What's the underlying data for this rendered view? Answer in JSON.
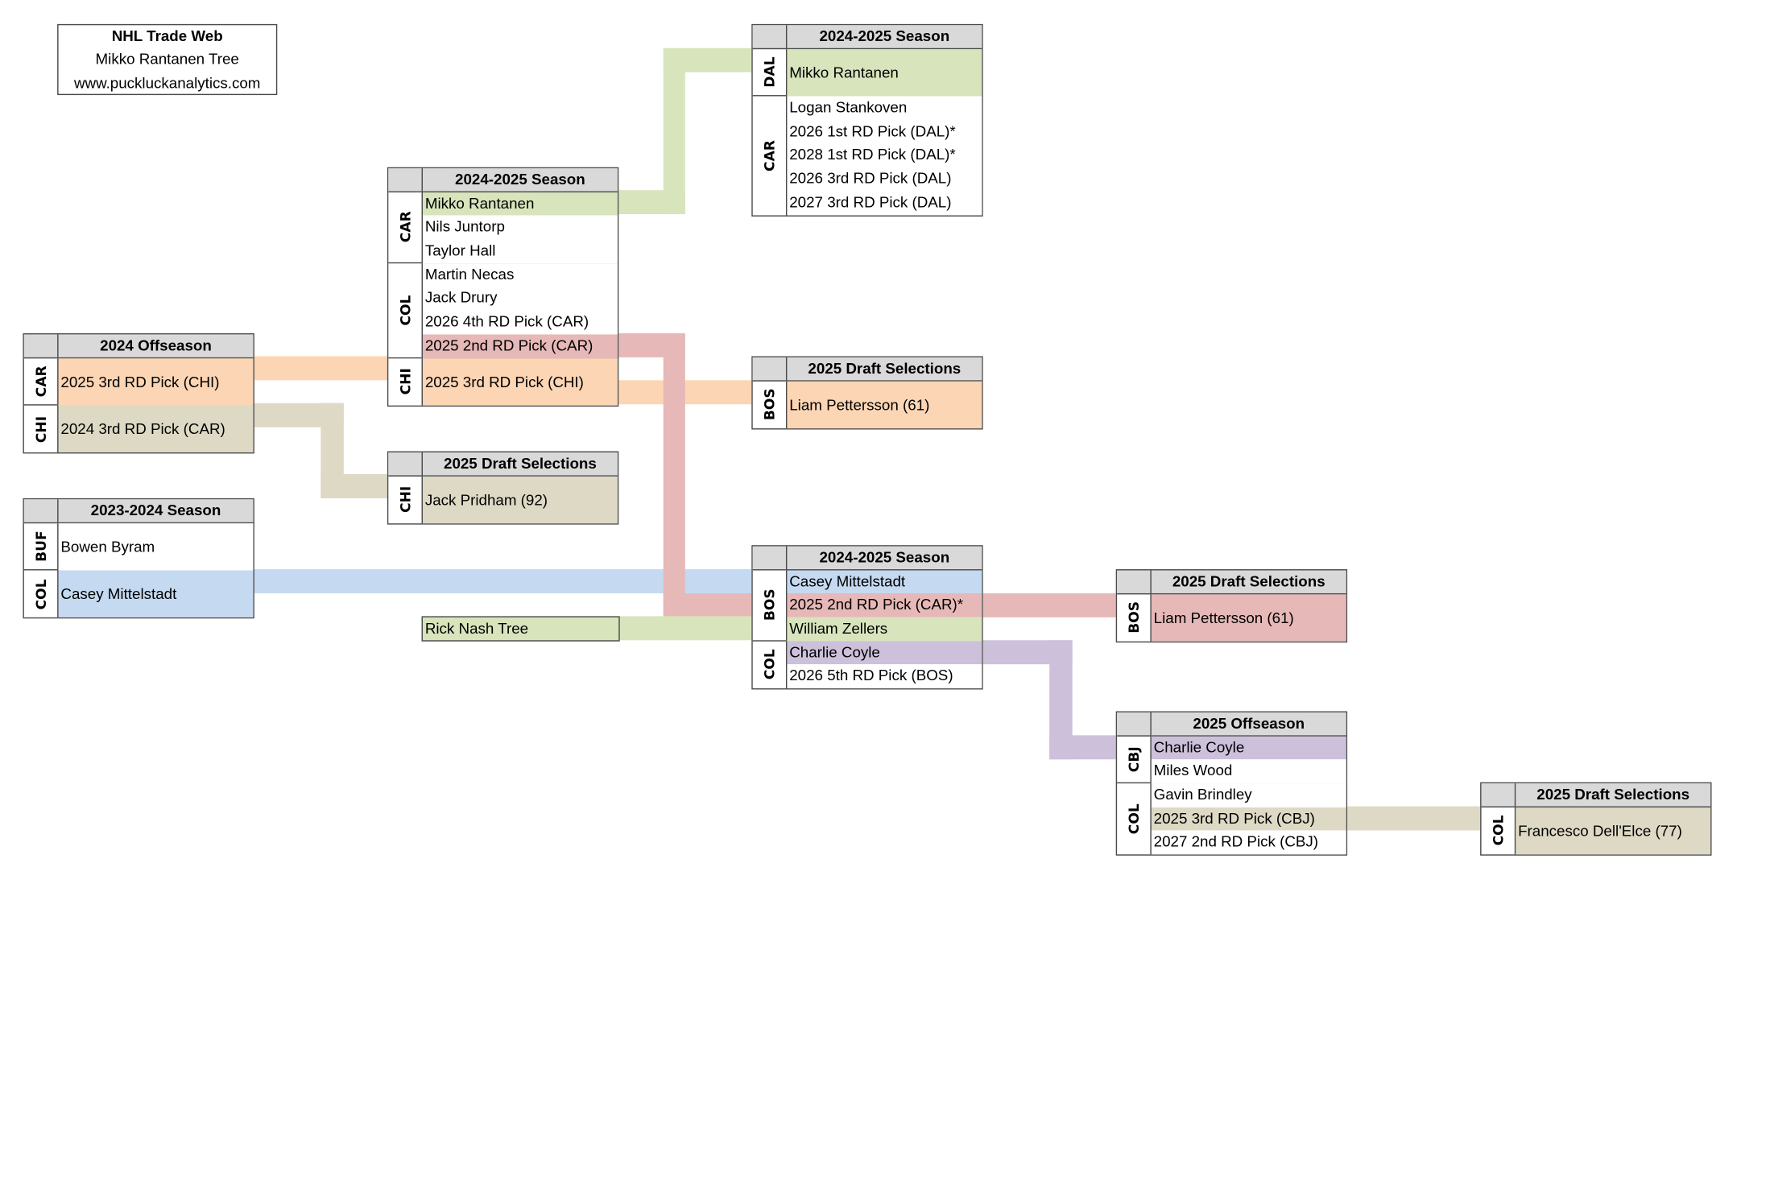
{
  "title_box": {
    "title": "NHL Trade Web",
    "subtitle": "Mikko Rantanen Tree",
    "website": "www.puckluckanalytics.com"
  },
  "colors": {
    "header": "#d9d9d9",
    "green": "#d8e4bc",
    "orange": "#fcd5b4",
    "tan": "#ddd9c4",
    "blue": "#c5d9f1",
    "pink": "#e6b8b7",
    "purple": "#ccc0da",
    "white": "#ffffff"
  },
  "boxes": [
    {
      "id": "offseason-2024",
      "title": "2024 Offseason",
      "groups": [
        {
          "team": "CAR",
          "rows": [
            {
              "text": "2025 3rd RD Pick (CHI)",
              "color": "orange"
            }
          ]
        },
        {
          "team": "CHI",
          "rows": [
            {
              "text": "2024 3rd RD Pick (CAR)",
              "color": "tan"
            }
          ]
        }
      ]
    },
    {
      "id": "season-2023-2024",
      "title": "2023-2024 Season",
      "groups": [
        {
          "team": "BUF",
          "rows": [
            {
              "text": "Bowen Byram",
              "color": "white"
            }
          ]
        },
        {
          "team": "COL",
          "rows": [
            {
              "text": "Casey Mittelstadt",
              "color": "blue"
            }
          ]
        }
      ]
    },
    {
      "id": "season-2024-2025-car-col",
      "title": "2024-2025 Season",
      "groups": [
        {
          "team": "CAR",
          "rows": [
            {
              "text": "Mikko Rantanen",
              "color": "green"
            },
            {
              "text": "Nils Juntorp",
              "color": "white"
            },
            {
              "text": "Taylor Hall",
              "color": "white"
            }
          ]
        },
        {
          "team": "COL",
          "rows": [
            {
              "text": "Martin Necas",
              "color": "white"
            },
            {
              "text": "Jack Drury",
              "color": "white"
            },
            {
              "text": "2026 4th RD Pick (CAR)",
              "color": "white"
            },
            {
              "text": "2025 2nd RD Pick (CAR)",
              "color": "pink"
            }
          ]
        },
        {
          "team": "CHI",
          "rows": [
            {
              "text": "2025 3rd RD Pick (CHI)",
              "color": "orange"
            }
          ]
        }
      ]
    },
    {
      "id": "draft-2025-chi",
      "title": "2025 Draft Selections",
      "groups": [
        {
          "team": "CHI",
          "rows": [
            {
              "text": "Jack Pridham (92)",
              "color": "tan"
            }
          ]
        }
      ]
    },
    {
      "id": "season-2024-2025-dal-car",
      "title": "2024-2025 Season",
      "groups": [
        {
          "team": "DAL",
          "rows": [
            {
              "text": "Mikko Rantanen",
              "color": "green"
            }
          ]
        },
        {
          "team": "CAR",
          "rows": [
            {
              "text": "Logan Stankoven",
              "color": "white"
            },
            {
              "text": "2026 1st RD Pick (DAL)*",
              "color": "white"
            },
            {
              "text": "2028 1st RD Pick (DAL)*",
              "color": "white"
            },
            {
              "text": "2026 3rd RD Pick (DAL)",
              "color": "white"
            },
            {
              "text": "2027 3rd RD Pick (DAL)",
              "color": "white"
            }
          ]
        }
      ]
    },
    {
      "id": "draft-2025-bos-a",
      "title": "2025 Draft Selections",
      "groups": [
        {
          "team": "BOS",
          "rows": [
            {
              "text": "Liam Pettersson (61)",
              "color": "orange"
            }
          ]
        }
      ]
    },
    {
      "id": "season-2024-2025-bos-col",
      "title": "2024-2025 Season",
      "groups": [
        {
          "team": "BOS",
          "rows": [
            {
              "text": "Casey Mittelstadt",
              "color": "blue"
            },
            {
              "text": "2025 2nd RD Pick (CAR)*",
              "color": "pink"
            },
            {
              "text": "William Zellers",
              "color": "green"
            }
          ]
        },
        {
          "team": "COL",
          "rows": [
            {
              "text": "Charlie Coyle",
              "color": "purple"
            },
            {
              "text": "2026 5th RD Pick (BOS)",
              "color": "white"
            }
          ]
        }
      ]
    },
    {
      "id": "draft-2025-bos-b",
      "title": "2025 Draft Selections",
      "groups": [
        {
          "team": "BOS",
          "rows": [
            {
              "text": "Liam Pettersson (61)",
              "color": "pink"
            }
          ]
        }
      ]
    },
    {
      "id": "offseason-2025",
      "title": "2025 Offseason",
      "groups": [
        {
          "team": "CBJ",
          "rows": [
            {
              "text": "Charlie Coyle",
              "color": "purple"
            },
            {
              "text": "Miles Wood",
              "color": "white"
            }
          ]
        },
        {
          "team": "COL",
          "rows": [
            {
              "text": "Gavin Brindley",
              "color": "white"
            },
            {
              "text": "2025 3rd RD Pick (CBJ)",
              "color": "tan"
            },
            {
              "text": "2027 2nd RD Pick (CBJ)",
              "color": "white"
            }
          ]
        }
      ]
    },
    {
      "id": "draft-2025-col",
      "title": "2025 Draft Selections",
      "groups": [
        {
          "team": "COL",
          "rows": [
            {
              "text": "Francesco Dell'Elce (77)",
              "color": "tan"
            }
          ]
        }
      ]
    }
  ],
  "rick_nash_link": {
    "text": "Rick Nash Tree",
    "color": "green"
  }
}
